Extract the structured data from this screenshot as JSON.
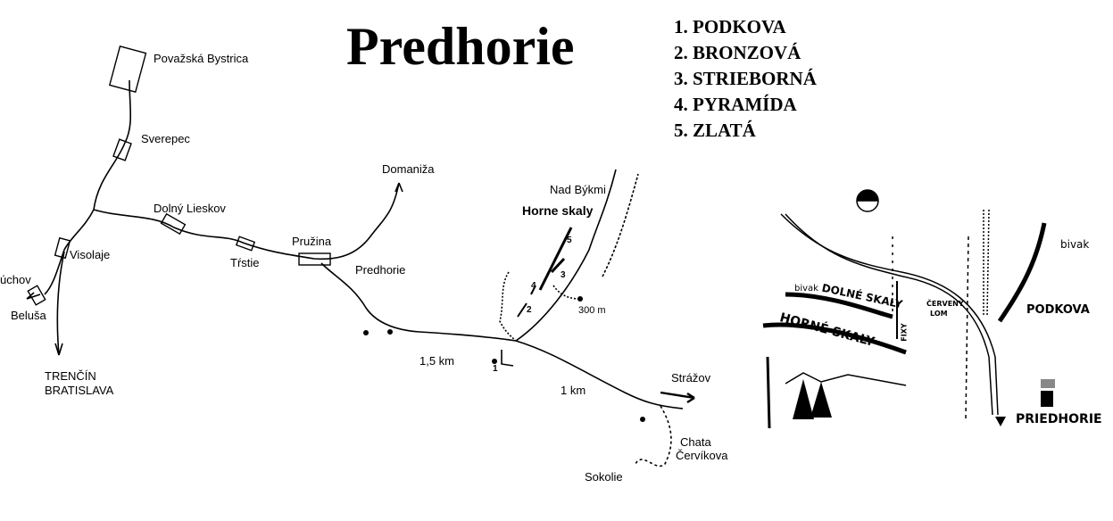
{
  "title": "Predhorie",
  "legend": [
    "1.  PODKOVA",
    "2. BRONZOVÁ",
    "3. STRIEBORNÁ",
    "4. PYRAMÍDA",
    "5. ZLATÁ"
  ],
  "places": {
    "povazska_bystrica": "Považská Bystrica",
    "sverepec": "Sverepec",
    "dolny_lieskov": "Dolný Lieskov",
    "domaniza": "Domaniža",
    "visolaje": "Visolaje",
    "puchov": "úchov",
    "belusa": "Beluša",
    "trencin": "TRENČÍN",
    "bratislava": "BRATISLAVA",
    "trstie": "Tŕstie",
    "pruzina": "Pružina",
    "predhorie": "Predhorie",
    "nad_bykmi": "Nad Býkmi",
    "horne_skaly": "Horne skaly",
    "strazov": "Strážov",
    "chata": "Chata",
    "chata2": "Červíkova",
    "sokolie": "Sokolie"
  },
  "distances": {
    "d1": "1,5 km",
    "d2": "1 km",
    "d3": "300 m"
  },
  "crag_numbers": [
    "1",
    "2",
    "3",
    "4",
    "5"
  ],
  "sketch": {
    "bivak1": "bivak",
    "bivak2": "bivak",
    "dolne_skaly": "DOLNÉ SKALY",
    "horne_skaly": "HORNÉ SKALY",
    "fixy": "FIXY",
    "cerveny": "ČERVENÝ",
    "lom": "LOM",
    "podkova": "PODKOVA",
    "priedhorie": "PRIEDHORIE"
  }
}
